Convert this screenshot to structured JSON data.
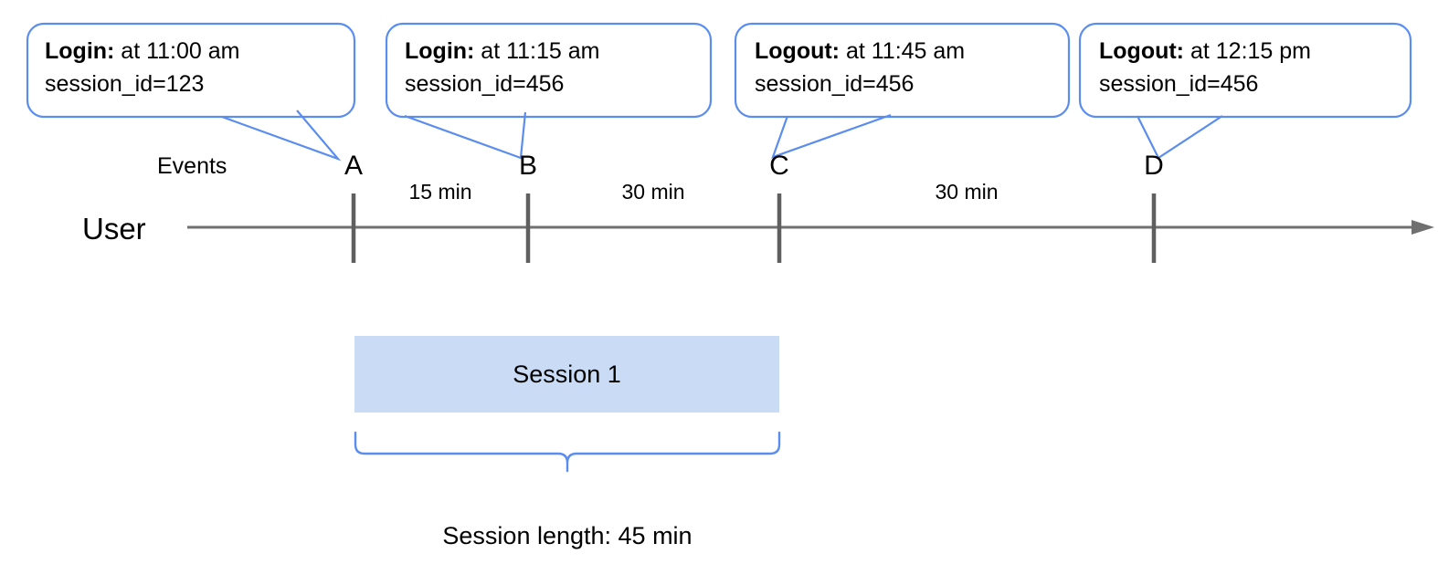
{
  "diagram": {
    "row_labels": {
      "events": "Events",
      "user": "User"
    },
    "callouts": [
      {
        "id": "callout-a",
        "event_type": "Login:",
        "time_text": " at 11:00 am",
        "detail": "session_id=123",
        "points_to": "A"
      },
      {
        "id": "callout-b",
        "event_type": "Login:",
        "time_text": " at 11:15 am",
        "detail": "session_id=456",
        "points_to": "B"
      },
      {
        "id": "callout-c",
        "event_type": "Logout:",
        "time_text": " at 11:45 am",
        "detail": "session_id=456",
        "points_to": "C"
      },
      {
        "id": "callout-d",
        "event_type": "Logout:",
        "time_text": " at 12:15 pm",
        "detail": "session_id=456",
        "points_to": "D"
      }
    ],
    "events": [
      {
        "label": "A",
        "time": "11:00 am"
      },
      {
        "label": "B",
        "time": "11:15 am"
      },
      {
        "label": "C",
        "time": "11:45 am"
      },
      {
        "label": "D",
        "time": "12:15 pm"
      }
    ],
    "intervals": [
      {
        "from": "A",
        "to": "B",
        "label": "15 min"
      },
      {
        "from": "B",
        "to": "C",
        "label": "30 min"
      },
      {
        "from": "C",
        "to": "D",
        "label": "30 min"
      }
    ],
    "session": {
      "label": "Session 1",
      "spans_from": "A",
      "spans_to": "C",
      "caption": "Session length: 45 min"
    },
    "colors": {
      "accent_blue": "#4285f4",
      "bubble_stroke": "#5b8def",
      "session_fill": "#c9dbf5",
      "axis_gray": "#707070",
      "tick_gray": "#5f5f5f",
      "text_black": "#000000"
    }
  }
}
